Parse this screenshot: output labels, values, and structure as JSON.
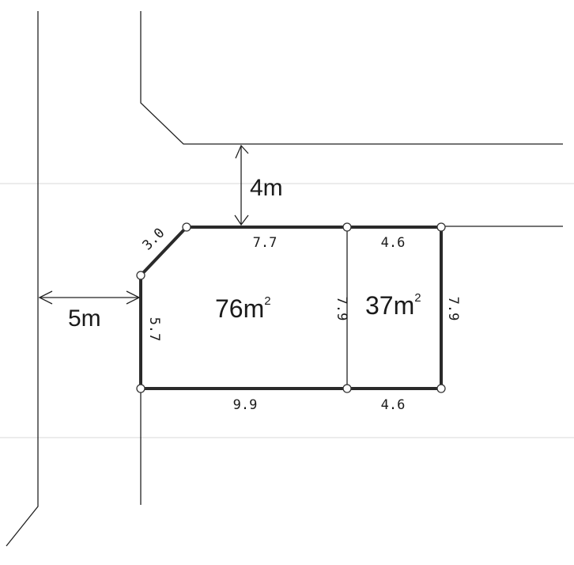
{
  "road_widths": {
    "north": "4m",
    "west": "5m"
  },
  "lots": {
    "left": {
      "area": "76m",
      "unit_superscript": "2"
    },
    "right": {
      "area": "37m",
      "unit_superscript": "2"
    }
  },
  "dimensions": {
    "corner_cut": "3.0",
    "top_left": "7.7",
    "top_right": "4.6",
    "left_side": "5.7",
    "middle_divider": "7.9",
    "right_side": "7.9",
    "bottom_left": "9.9",
    "bottom_right": "4.6"
  }
}
